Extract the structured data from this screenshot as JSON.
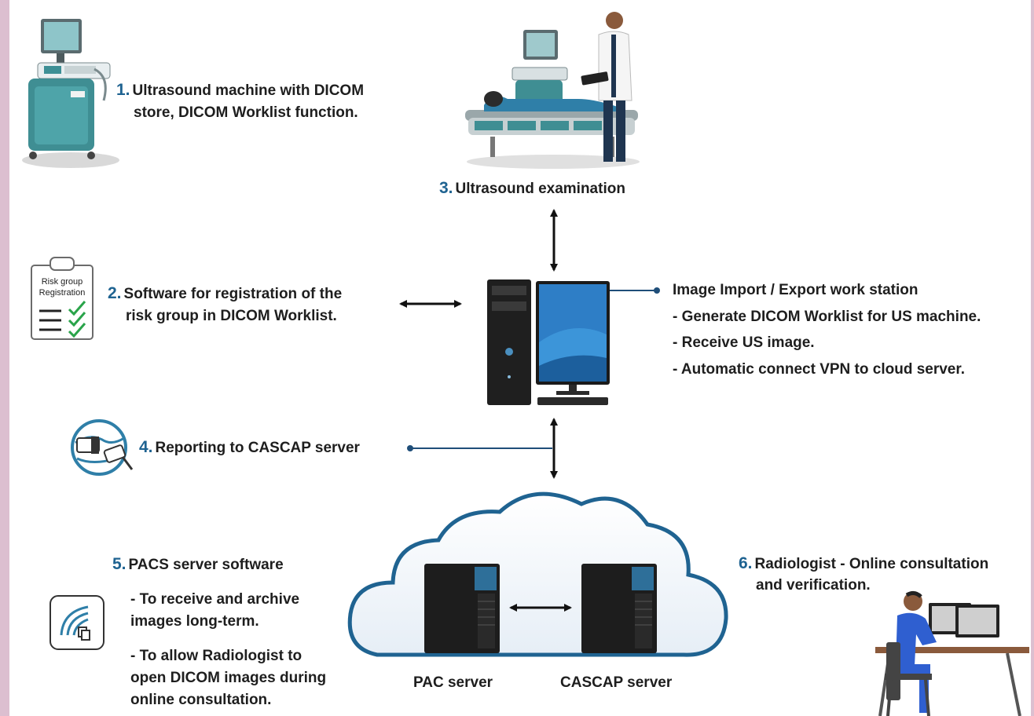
{
  "colors": {
    "frame": "#dcbfd0",
    "number": "#1f6391",
    "connector": "#1f4e79",
    "text": "#1e1e1e"
  },
  "steps": {
    "s1": {
      "num": "1.",
      "line1": "Ultrasound machine with DICOM",
      "line2": "store, DICOM Worklist function."
    },
    "s2": {
      "num": "2.",
      "line1": "Software for registration of the",
      "line2": "risk group in DICOM Worklist."
    },
    "s3": {
      "num": "3.",
      "line1": "Ultrasound examination"
    },
    "s4": {
      "num": "4.",
      "line1": "Reporting to CASCAP server"
    },
    "s5": {
      "num": "5.",
      "title": "PACS server software",
      "b1_l1": "- To receive and archive",
      "b1_l2": "images long-term.",
      "b2_l1": "- To allow Radiologist to",
      "b2_l2": "open DICOM images during",
      "b2_l3": "online consultation."
    },
    "s6": {
      "num": "6.",
      "line1": "Radiologist - Online consultation",
      "line2": "and verification."
    }
  },
  "workstation": {
    "title": "Image Import / Export work station",
    "items": [
      "- Generate DICOM Worklist for US machine.",
      "- Receive US image.",
      "- Automatic connect VPN to cloud server."
    ]
  },
  "clipboard": {
    "line1": "Risk group",
    "line2": "Registration"
  },
  "servers": {
    "left": "PAC server",
    "right": "CASCAP server"
  },
  "icons": [
    "ultrasound-machine-icon",
    "patient-exam-icon",
    "clipboard-checklist-icon",
    "desktop-workstation-icon",
    "globe-network-icon",
    "wifi-document-icon",
    "cloud-icon",
    "server-tower-icon",
    "radiologist-icon"
  ]
}
